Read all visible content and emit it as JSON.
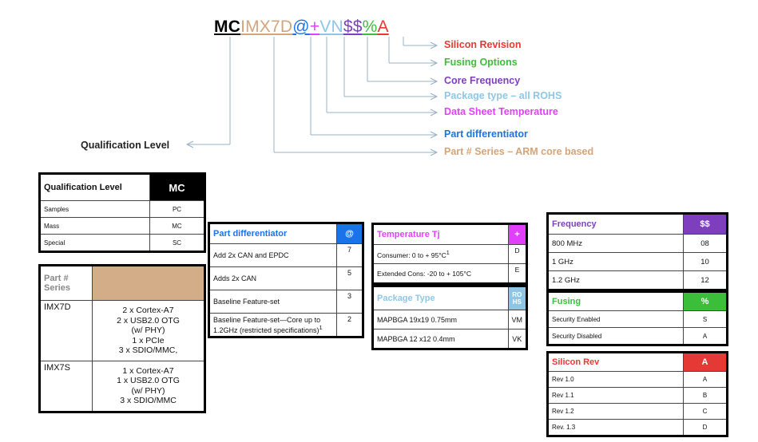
{
  "decoder": {
    "segments": [
      {
        "text": "MC",
        "color": "#000000",
        "bold": true,
        "underline": true
      },
      {
        "text": "IMX7D",
        "color": "#d4a47a",
        "bold": false,
        "underline": true
      },
      {
        "text": "@",
        "color": "#1a73e8",
        "bold": false,
        "underline": true
      },
      {
        "text": "+",
        "color": "#e040fb",
        "bold": false,
        "underline": true
      },
      {
        "text": "VN",
        "color": "#8ec7e6",
        "bold": false,
        "underline": true
      },
      {
        "text": "$$",
        "color": "#7e3fbf",
        "bold": false,
        "underline": true
      },
      {
        "text": "%",
        "color": "#3bbf3b",
        "bold": false,
        "underline": true
      },
      {
        "text": "A",
        "color": "#e53935",
        "bold": false,
        "underline": true
      }
    ],
    "labels": [
      {
        "text": "Silicon Revision",
        "color": "#e53935"
      },
      {
        "text": "Fusing Options",
        "color": "#3bbf3b"
      },
      {
        "text": "Core Frequency",
        "color": "#7e3fbf"
      },
      {
        "text": "Package type – all ROHS",
        "color": "#8ec7e6"
      },
      {
        "text": "Data Sheet Temperature",
        "color": "#e040fb"
      },
      {
        "text": "Part differentiator",
        "color": "#1a73e8"
      },
      {
        "text": "Part # Series – ARM core based",
        "color": "#d4a47a"
      }
    ],
    "qualification_label": "Qualification Level"
  },
  "qualification_table": {
    "header": [
      "Qualification Level",
      "MC"
    ],
    "rows": [
      [
        "Samples",
        "PC"
      ],
      [
        "Mass",
        "MC"
      ],
      [
        "Special",
        "SC"
      ]
    ]
  },
  "series_table": {
    "header": "Part # Series",
    "rows": [
      {
        "name": "IMX7D",
        "desc": [
          "2 x Cortex-A7",
          "2 x USB2.0 OTG",
          "(w/ PHY)",
          "1 x PCIe",
          "3 x SDIO/MMC,"
        ]
      },
      {
        "name": "IMX7S",
        "desc": [
          "1 x Cortex-A7",
          "1 x USB2.0 OTG",
          "(w/ PHY)",
          "3 x SDIO/MMC"
        ]
      }
    ]
  },
  "differentiator_table": {
    "header": [
      "Part differentiator",
      "@"
    ],
    "rows": [
      {
        "label": "Add 2x CAN and EPDC",
        "code": "7",
        "sup": ""
      },
      {
        "label": "Adds 2x CAN",
        "code": "5",
        "sup": ""
      },
      {
        "label": "Baseline Feature-set",
        "code": "3",
        "sup": ""
      },
      {
        "label": "Baseline Feature-set—Core up to 1.2GHz (restricted specifications)",
        "code": "2",
        "sup": "1"
      }
    ]
  },
  "temperature_table": {
    "header": [
      "Temperature Tj",
      "+"
    ],
    "rows": [
      {
        "label": "Consumer:  0 to + 95°C",
        "sup": "1",
        "code": "D"
      },
      {
        "label": "Extended Cons:  -20 to + 105°C",
        "sup": "",
        "code": "E"
      }
    ]
  },
  "package_table": {
    "header": [
      "Package Type",
      "RO HS"
    ],
    "rows": [
      [
        "MAPBGA 19x19 0.75mm",
        "VM"
      ],
      [
        "MAPBGA 12 x12 0.4mm",
        "VK"
      ]
    ]
  },
  "frequency_table": {
    "header": [
      "Frequency",
      "$$"
    ],
    "rows": [
      [
        "800 MHz",
        "08"
      ],
      [
        "1 GHz",
        "10"
      ],
      [
        "1.2 GHz",
        "12"
      ]
    ]
  },
  "fusing_table": {
    "header": [
      "Fusing",
      "%"
    ],
    "rows": [
      [
        "Security Enabled",
        "S"
      ],
      [
        "Security Disabled",
        "A"
      ]
    ]
  },
  "silicon_table": {
    "header": [
      "Silicon Rev",
      "A"
    ],
    "rows": [
      [
        "Rev 1.0",
        "A"
      ],
      [
        "Rev 1.1",
        "B"
      ],
      [
        "Rev 1.2",
        "C"
      ],
      [
        "Rev. 1.3",
        "D"
      ]
    ]
  },
  "colors": {
    "qual_header_bg": "#000000",
    "series_header_bg": "#d2ad88",
    "diff_accent": "#1a73e8",
    "temp_accent": "#e040fb",
    "pkg_accent": "#8ec7e6",
    "freq_accent": "#7e3fbf",
    "fusing_accent": "#3bbf3b",
    "silicon_accent": "#e53935"
  }
}
